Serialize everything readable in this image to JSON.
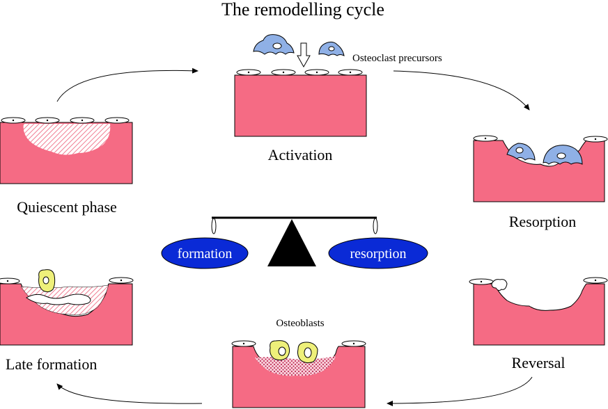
{
  "title": "The remodelling cycle",
  "stages": {
    "activation": "Activation",
    "resorption": "Resorption",
    "reversal": "Reversal",
    "late_formation": "Late formation",
    "quiescent": "Quiescent phase"
  },
  "annotations": {
    "osteoclast_precursors": "Osteoclast precursors",
    "osteoblasts": "Osteoblasts"
  },
  "balance": {
    "left": "formation",
    "right": "resorption"
  },
  "colors": {
    "bone": "#f56b84",
    "osteoclast": "#8fb0e6",
    "osteoblast": "#eef07a",
    "balance_oval": "#0a2ad6",
    "osteoid_dots": "#c0305a"
  }
}
